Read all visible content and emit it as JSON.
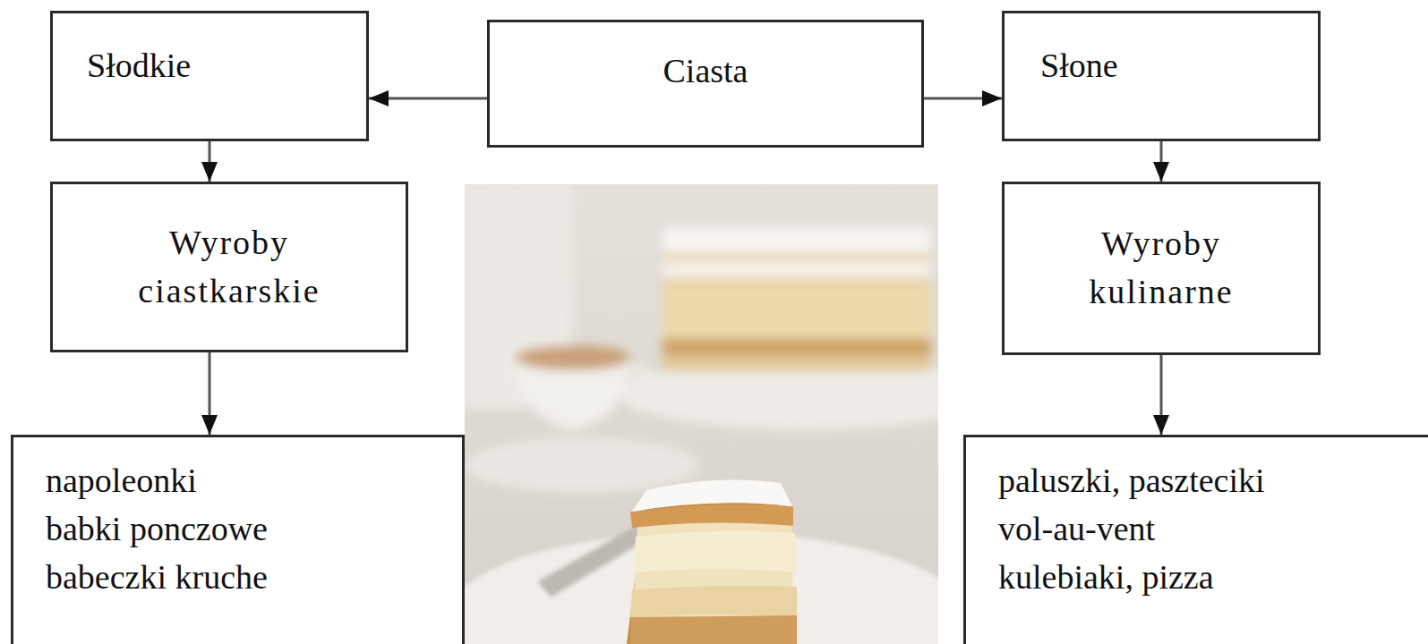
{
  "diagram": {
    "nodes": [
      {
        "text": [
          "Słodkie"
        ]
      },
      {
        "text": [
          "Ciasta"
        ]
      },
      {
        "text": [
          "Słone"
        ]
      },
      {
        "text": [
          "Wyroby ciastkarskie"
        ]
      },
      {
        "text": [
          "Wyroby kulinarne"
        ]
      },
      {
        "text": [
          "napoleonki",
          "babki ponczowe",
          "babeczki kruche"
        ]
      },
      {
        "text": [
          "paluszki, paszteciki",
          "vol-au-vent",
          "kulebiaki, pizza"
        ]
      }
    ],
    "edges": [
      {
        "from": 1,
        "to": 0,
        "arrow": "to"
      },
      {
        "from": 1,
        "to": 2,
        "arrow": "to"
      },
      {
        "from": 0,
        "to": 3,
        "arrow": "to"
      },
      {
        "from": 2,
        "to": 4,
        "arrow": "to"
      },
      {
        "from": 3,
        "to": 5,
        "arrow": "to"
      },
      {
        "from": 4,
        "to": 6,
        "arrow": "to"
      }
    ]
  }
}
